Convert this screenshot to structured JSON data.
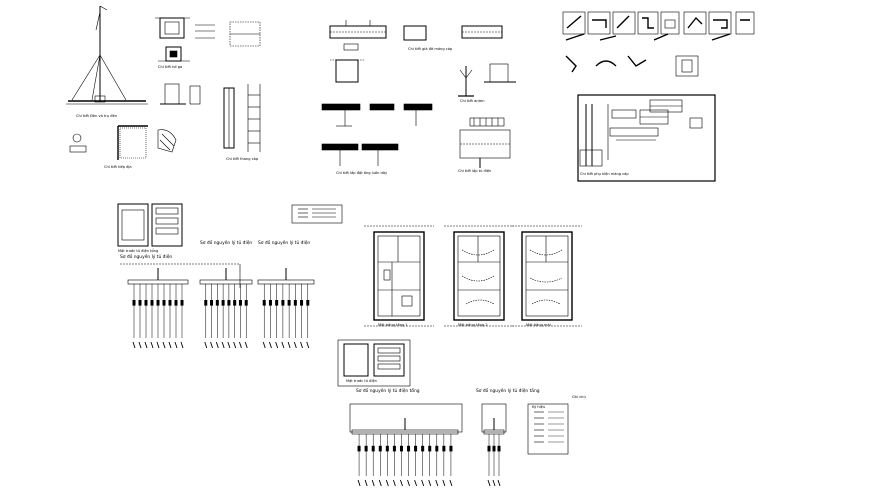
{
  "labels": {
    "pole_detail": "Chi tiết Đèn và trụ đèn",
    "pit_detail": "Chi tiết hố ga",
    "earth_detail": "Chi tiết tiếp địa",
    "ladder_detail": "Chi tiết thang cáp",
    "duct_detail": "Chi tiết lắp đặt ống luồn dây",
    "tray_bracket": "Chi tiết giá đỡ máng cáp",
    "antenna_detail": "Chi tiết anten",
    "cabinet_detail": "Chi tiết lắp tủ điện",
    "tray_fittings": "Chi tiết phụ kiện máng cáp",
    "panel_front_1": "Mặt trước tủ điện tổng",
    "schematic_1": "Sơ đồ nguyên lý tủ điện",
    "schematic_2": "Sơ đồ nguyên lý tủ điện",
    "schematic_3": "Sơ đồ nguyên lý tủ điện",
    "panel_front_2": "Mặt trước tủ điện",
    "schematic_main": "Sơ đồ nguyên lý tủ điện tổng",
    "schematic_floor": "Sơ đồ nguyên lý tủ điện tầng",
    "legend_title": "Ký hiệu",
    "note": "Ghi chú"
  },
  "floor_plans": [
    "Mặt bằng tầng 1",
    "Mặt bằng tầng 2",
    "Mặt bằng mái"
  ]
}
